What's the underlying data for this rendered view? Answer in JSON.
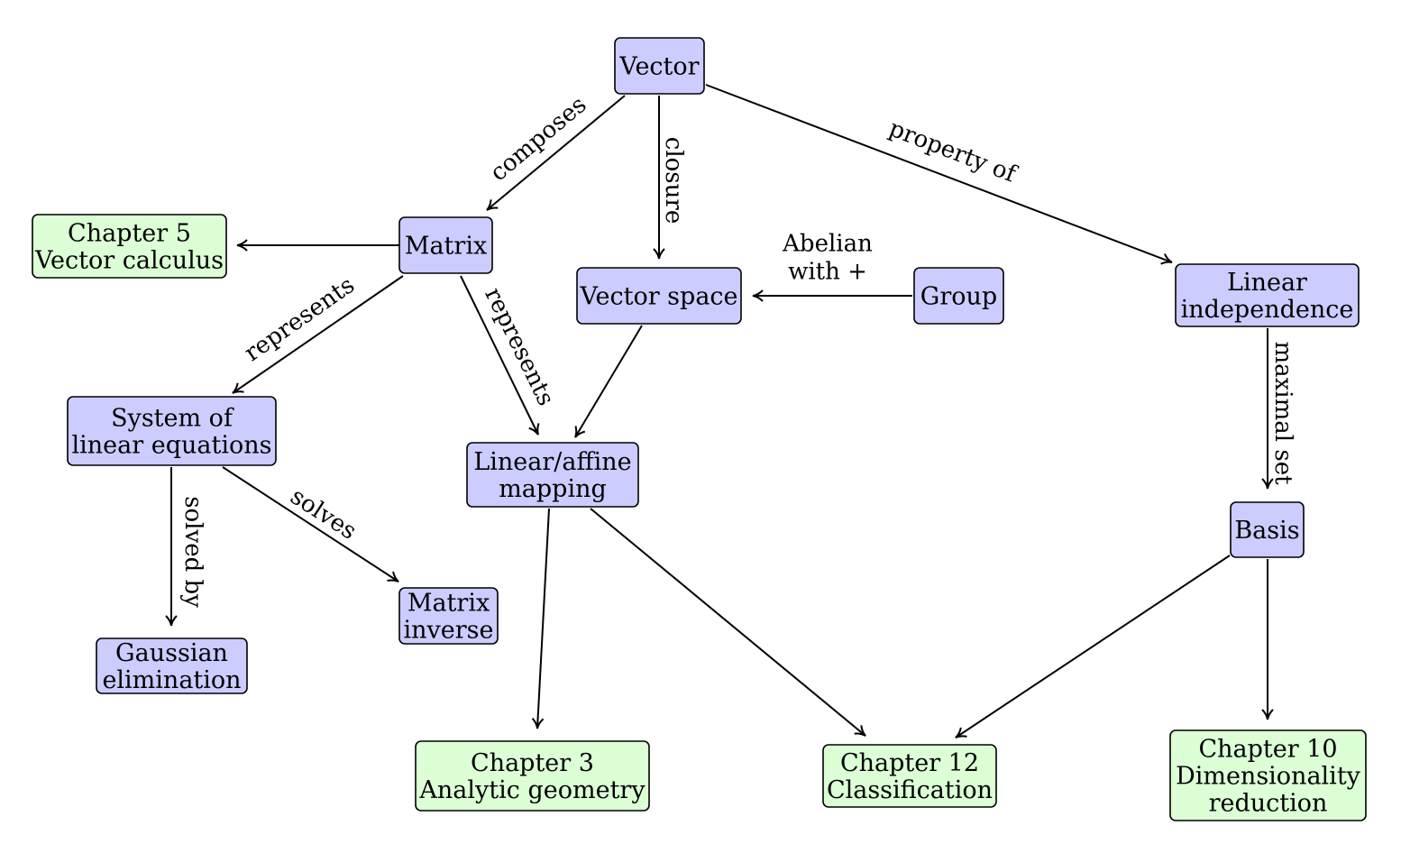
{
  "colors": {
    "concept_fill": "#ccccff",
    "chapter_fill": "#dcffd6",
    "stroke": "#000000"
  },
  "nodes": {
    "vector": {
      "kind": "concept",
      "lines": [
        "Vector"
      ]
    },
    "matrix": {
      "kind": "concept",
      "lines": [
        "Matrix"
      ]
    },
    "chapter5": {
      "kind": "chapter",
      "lines": [
        "Chapter 5",
        "Vector calculus"
      ]
    },
    "vector_space": {
      "kind": "concept",
      "lines": [
        "Vector space"
      ]
    },
    "group": {
      "kind": "concept",
      "lines": [
        "Group"
      ]
    },
    "linear_independence": {
      "kind": "concept",
      "lines": [
        "Linear",
        "independence"
      ]
    },
    "system_linear_eq": {
      "kind": "concept",
      "lines": [
        "System of",
        "linear equations"
      ]
    },
    "linear_mapping": {
      "kind": "concept",
      "lines": [
        "Linear/affine",
        "mapping"
      ]
    },
    "gaussian_elimination": {
      "kind": "concept",
      "lines": [
        "Gaussian",
        "elimination"
      ]
    },
    "matrix_inverse": {
      "kind": "concept",
      "lines": [
        "Matrix",
        "inverse"
      ]
    },
    "basis": {
      "kind": "concept",
      "lines": [
        "Basis"
      ]
    },
    "chapter3": {
      "kind": "chapter",
      "lines": [
        "Chapter 3",
        "Analytic geometry"
      ]
    },
    "chapter12": {
      "kind": "chapter",
      "lines": [
        "Chapter 12",
        "Classification"
      ]
    },
    "chapter10": {
      "kind": "chapter",
      "lines": [
        "Chapter 10",
        "Dimensionality",
        "reduction"
      ]
    }
  },
  "edges": [
    {
      "from": "vector",
      "to": "matrix",
      "label": [
        "composes"
      ]
    },
    {
      "from": "vector",
      "to": "vector_space",
      "label": [
        "closure"
      ]
    },
    {
      "from": "vector",
      "to": "linear_independence",
      "label": [
        "property of"
      ]
    },
    {
      "from": "matrix",
      "to": "chapter5",
      "label": []
    },
    {
      "from": "group",
      "to": "vector_space",
      "label": [
        "Abelian",
        "with +"
      ]
    },
    {
      "from": "matrix",
      "to": "system_linear_eq",
      "label": [
        "represents"
      ]
    },
    {
      "from": "matrix",
      "to": "linear_mapping",
      "label": [
        "represents"
      ]
    },
    {
      "from": "vector_space",
      "to": "linear_mapping",
      "label": []
    },
    {
      "from": "linear_independence",
      "to": "basis",
      "label": [
        "maximal set"
      ]
    },
    {
      "from": "system_linear_eq",
      "to": "gaussian_elimination",
      "label": [
        "solved by"
      ]
    },
    {
      "from": "system_linear_eq",
      "to": "matrix_inverse",
      "label": [
        "solves"
      ]
    },
    {
      "from": "linear_mapping",
      "to": "chapter3",
      "label": []
    },
    {
      "from": "linear_mapping",
      "to": "chapter12",
      "label": []
    },
    {
      "from": "basis",
      "to": "chapter12",
      "label": []
    },
    {
      "from": "basis",
      "to": "chapter10",
      "label": []
    }
  ]
}
